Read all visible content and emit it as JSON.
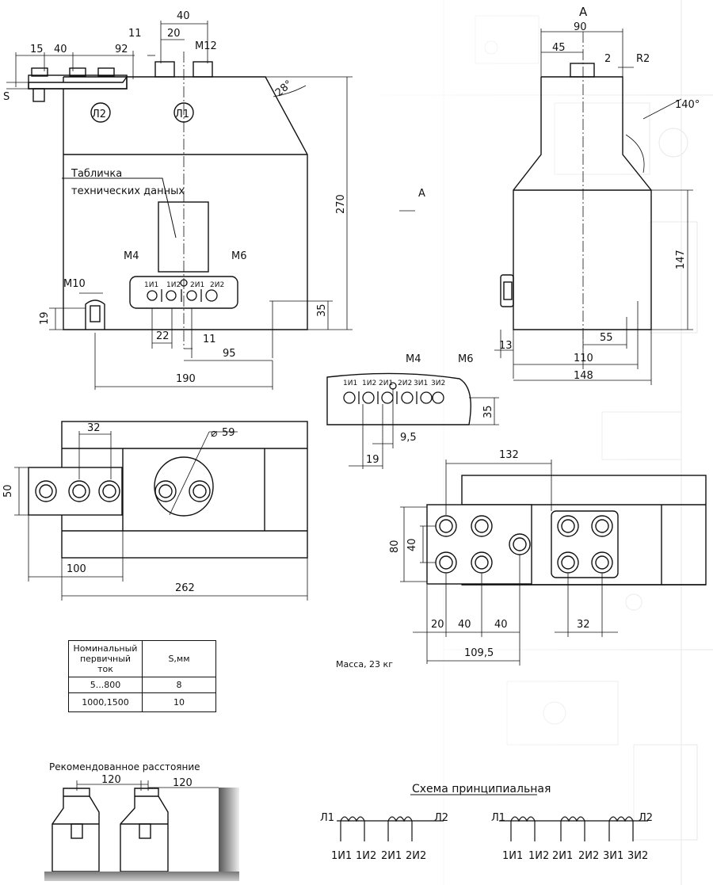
{
  "front_view": {
    "dims": {
      "d15": "15",
      "d40a": "40",
      "d92": "92",
      "d11a": "11",
      "d40b": "40",
      "d20": "20",
      "m12": "M12",
      "s": "S",
      "angle28": "28°",
      "d270": "270",
      "d35": "35",
      "d19": "19",
      "m10": "M10",
      "d22": "22",
      "d11b": "11",
      "d95": "95",
      "d190": "190",
      "m4": "M4",
      "m6": "M6"
    },
    "terminal_l2": "Л2",
    "terminal_l1": "Л1",
    "plate_label_1": "Табличка",
    "plate_label_2": "технических данных",
    "arrow_a": "А",
    "panel_terms": [
      "1И1",
      "1И2",
      "2И1",
      "2И2"
    ]
  },
  "side_view": {
    "title": "А",
    "dims": {
      "d90": "90",
      "d45": "45",
      "d2": "2",
      "r2": "R2",
      "a140": "140°",
      "d147": "147",
      "d13": "13",
      "d55": "55",
      "d110": "110",
      "d148": "148"
    }
  },
  "panel_detail": {
    "terms": [
      "1И1",
      "1И2",
      "2И1",
      "2И2",
      "3И1",
      "3И2"
    ],
    "dims": {
      "m4": "M4",
      "m6": "M6",
      "d35": "35",
      "d9_5": "9,5",
      "d19": "19"
    }
  },
  "top_view": {
    "dims": {
      "d32": "32",
      "d50": "50",
      "dia59": "59",
      "d100": "100",
      "d262": "262"
    }
  },
  "bottom_view": {
    "dims": {
      "d132": "132",
      "d80": "80",
      "d40v": "40",
      "d20": "20",
      "d40a": "40",
      "d40b": "40",
      "d32": "32",
      "d109_5": "109,5"
    }
  },
  "table": {
    "header_current": "Номинальный первичный ток",
    "header_s": "S,мм",
    "rows": [
      {
        "current": "5...800",
        "s": "8"
      },
      {
        "current": "1000,1500",
        "s": "10"
      }
    ]
  },
  "mass": "Масса, 23 кг",
  "recommended": {
    "title": "Рекомендованное расстояние",
    "d1": "120",
    "d2": "120"
  },
  "schema": {
    "title": "Схема принципиальная",
    "left": {
      "l1": "Л1",
      "l2": "Л2",
      "terms": [
        "1И1",
        "1И2",
        "2И1",
        "2И2"
      ]
    },
    "right": {
      "l1": "Л1",
      "l2": "Л2",
      "terms": [
        "1И1",
        "1И2",
        "2И1",
        "2И2",
        "3И1",
        "3И2"
      ]
    }
  }
}
